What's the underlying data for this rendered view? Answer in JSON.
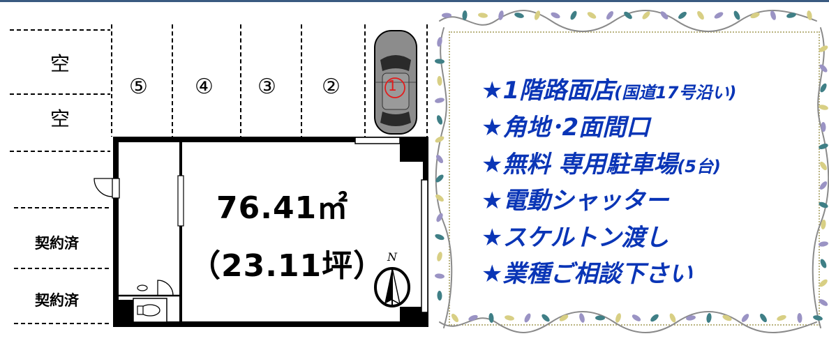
{
  "plan": {
    "vacant_label": "空",
    "contracted_label": "契約済",
    "spaces": [
      "⑤",
      "④",
      "③",
      "②",
      "①"
    ],
    "area_sqm": "76.41㎡",
    "area_tsubo": "（23.11坪）",
    "north_label": "N"
  },
  "features": [
    {
      "main": "★1階路面店",
      "note": "(国道17号沿い)"
    },
    {
      "main": "★角地･2面間口",
      "note": ""
    },
    {
      "main": "★無料 専用駐車場",
      "note": "(5台)"
    },
    {
      "main": "★電動シャッター",
      "note": ""
    },
    {
      "main": "★スケルトン渡し",
      "note": ""
    },
    {
      "main": "★業種ご相談下さい",
      "note": ""
    }
  ],
  "colors": {
    "feature_text": "#0a35b6",
    "top_bar": "#3a5a80",
    "space_number_red": "#e31b1b",
    "vine_leaf_purple": "#9a93c4",
    "vine_leaf_yellow": "#d8cf84",
    "vine_leaf_teal": "#3f7f86"
  }
}
